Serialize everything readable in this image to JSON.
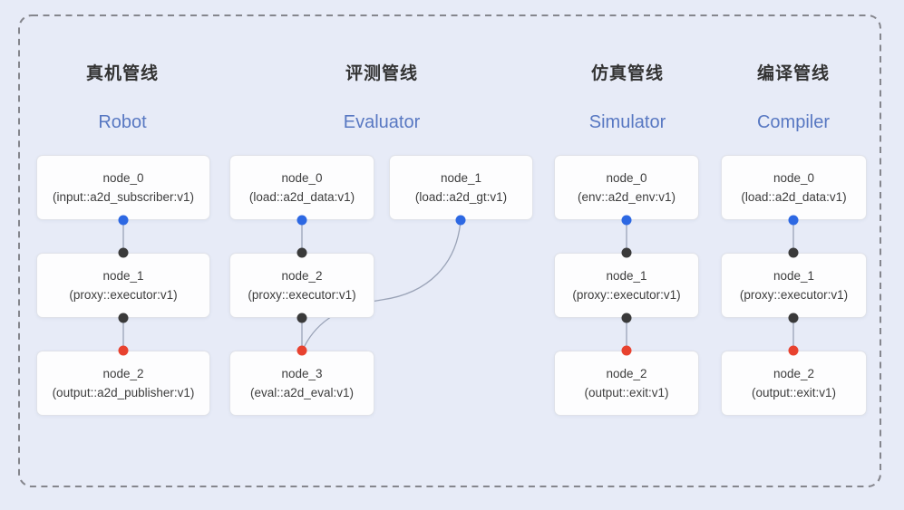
{
  "diagram": {
    "pipelines": [
      {
        "title_zh": "真机管线",
        "title_en": "Robot",
        "nodes": [
          {
            "name": "node_0",
            "detail": "(input::a2d_subscriber:v1)"
          },
          {
            "name": "node_1",
            "detail": "(proxy::executor:v1)"
          },
          {
            "name": "node_2",
            "detail": "(output::a2d_publisher:v1)"
          }
        ]
      },
      {
        "title_zh": "评测管线",
        "title_en": "Evaluator",
        "nodes": [
          {
            "name": "node_0",
            "detail": "(load::a2d_data:v1)"
          },
          {
            "name": "node_1",
            "detail": "(load::a2d_gt:v1)"
          },
          {
            "name": "node_2",
            "detail": "(proxy::executor:v1)"
          },
          {
            "name": "node_3",
            "detail": "(eval::a2d_eval:v1)"
          }
        ]
      },
      {
        "title_zh": "仿真管线",
        "title_en": "Simulator",
        "nodes": [
          {
            "name": "node_0",
            "detail": "(env::a2d_env:v1)"
          },
          {
            "name": "node_1",
            "detail": "(proxy::executor:v1)"
          },
          {
            "name": "node_2",
            "detail": "(output::exit:v1)"
          }
        ]
      },
      {
        "title_zh": "编译管线",
        "title_en": "Compiler",
        "nodes": [
          {
            "name": "node_0",
            "detail": "(load::a2d_data:v1)"
          },
          {
            "name": "node_1",
            "detail": "(proxy::executor:v1)"
          },
          {
            "name": "node_2",
            "detail": "(output::exit:v1)"
          }
        ]
      }
    ],
    "dot_colors": {
      "input_port": "#2d68e3",
      "proxy_port": "#3a3a3a",
      "output_port": "#e8422f"
    },
    "colors": {
      "background": "#e7ebf7",
      "box_fill": "#fdfdfe",
      "box_border": "#e0e2e9",
      "dashed_border": "#85868d",
      "edge_line": "#9aa3b7",
      "blue_dot": "#2d68e3",
      "dark_dot": "#3a3a3a",
      "red_dot": "#e8422f",
      "title_zh_color": "#333333",
      "title_en_color": "#5878c2",
      "node_text": "#3d3d3d"
    }
  }
}
